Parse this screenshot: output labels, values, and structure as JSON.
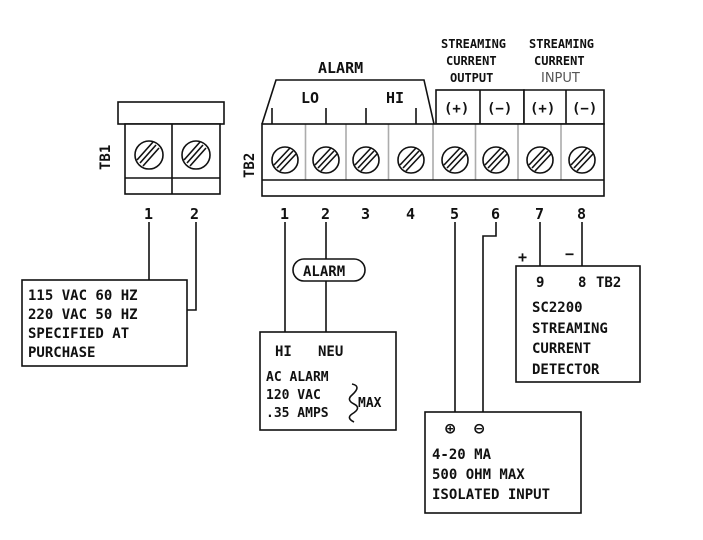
{
  "tb1": {
    "label": "TB1",
    "terminals": [
      "1",
      "2"
    ]
  },
  "tb2": {
    "label": "TB2",
    "terminals": [
      "1",
      "2",
      "3",
      "4",
      "5",
      "6",
      "7",
      "8"
    ],
    "alarm_header": "ALARM",
    "lo_label": "LO",
    "hi_label": "HI",
    "output_header_line1": "STREAMING",
    "output_header_line2": "CURRENT",
    "output_header_line3": "OUTPUT",
    "input_header_line1": "STREAMING",
    "input_header_line2": "CURRENT",
    "input_header_line3": "INPUT",
    "out_plus": "(+)",
    "out_minus": "(−)",
    "in_plus": "(+)",
    "in_minus": "(−)"
  },
  "power_box": {
    "line1": "115 VAC 60 HZ",
    "line2": "220 VAC 50 HZ",
    "line3": "SPECIFIED AT",
    "line4": "PURCHASE"
  },
  "alarm_tag": "ALARM",
  "alarm_box": {
    "hi": "HI",
    "neu": "NEU",
    "line1": "AC ALARM",
    "line2": "120 VAC",
    "line3": ".35 AMPS",
    "max": "MAX"
  },
  "output_box": {
    "plus_symbol": "⊕",
    "minus_symbol": "⊖",
    "line1": "4-20 MA",
    "line2": "500 OHM MAX",
    "line3": "ISOLATED INPUT"
  },
  "detector": {
    "plus": "+",
    "minus": "−",
    "term9": "9",
    "term8": "8",
    "tb2": "TB2",
    "line1": "SC2200",
    "line2": "STREAMING",
    "line3": "CURRENT",
    "line4": "DETECTOR"
  }
}
